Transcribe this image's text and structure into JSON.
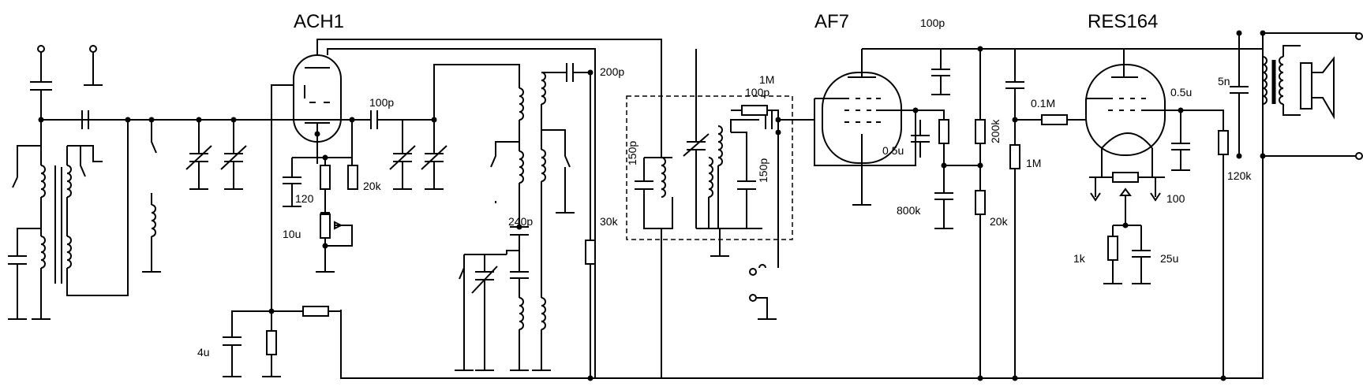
{
  "tubes": {
    "ach1": "ACH1",
    "af7": "AF7",
    "res164": "RES164"
  },
  "labels": {
    "c_100p_a": "100p",
    "c_100p_b": "100p",
    "c_200p": "200p",
    "r_1m_a": "1M",
    "c_100p_c": "100p",
    "c_150p_a": "150p",
    "c_150p_b": "150p",
    "r_0_1m": "0.1M",
    "c_0_5u_a": "0.5u",
    "c_0_5u_b": "0.5u",
    "c_5n": "5n",
    "r_120k": "120k",
    "r_20k_a": "20k",
    "r_120": "120",
    "c_10u": "10u",
    "c_240p": "240p",
    "r_30k": "30k",
    "r_800k": "800k",
    "r_200k": "200k",
    "r_1m_b": "1M",
    "r_20k_b": "20k",
    "r_100": "100",
    "r_1k": "1k",
    "c_25u": "25u",
    "c_4u": "4u"
  }
}
